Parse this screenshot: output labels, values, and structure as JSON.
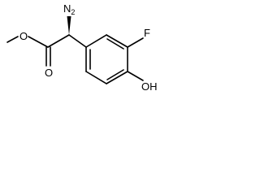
{
  "molecule": {
    "atoms": {
      "amine": {
        "element": "N",
        "hydrogens": "2"
      },
      "fluorine": {
        "element": "F"
      },
      "hydroxyl": {
        "text": "OH"
      },
      "ester_oxygen": {
        "element": "O"
      },
      "carbonyl_oxygen": {
        "element": "O"
      }
    },
    "stereo": {
      "alpha_carbon": "wedge"
    }
  }
}
